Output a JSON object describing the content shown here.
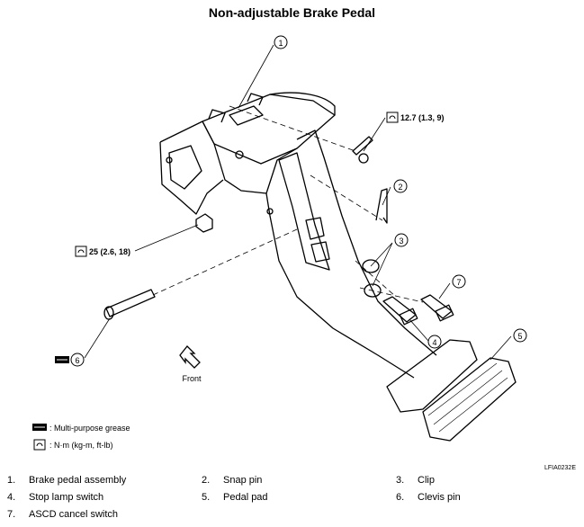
{
  "title": "Non-adjustable Brake Pedal",
  "torque_specs": {
    "bolt": "12.7 (1.3, 9)",
    "nut": "25 (2.6, 18)"
  },
  "callouts": [
    "1",
    "2",
    "3",
    "4",
    "5",
    "6",
    "7"
  ],
  "front_label": "Front",
  "symbol_legend": {
    "grease": ": Multi-purpose grease",
    "torque": ": N·m (kg-m, ft-lb)"
  },
  "figure_code": "LFIA0232E",
  "parts": [
    {
      "num": "1.",
      "name": "Brake pedal assembly"
    },
    {
      "num": "2.",
      "name": "Snap pin"
    },
    {
      "num": "3.",
      "name": "Clip"
    },
    {
      "num": "4.",
      "name": "Stop lamp switch"
    },
    {
      "num": "5.",
      "name": "Pedal pad"
    },
    {
      "num": "6.",
      "name": "Clevis pin"
    },
    {
      "num": "7.",
      "name": "ASCD cancel switch"
    }
  ]
}
